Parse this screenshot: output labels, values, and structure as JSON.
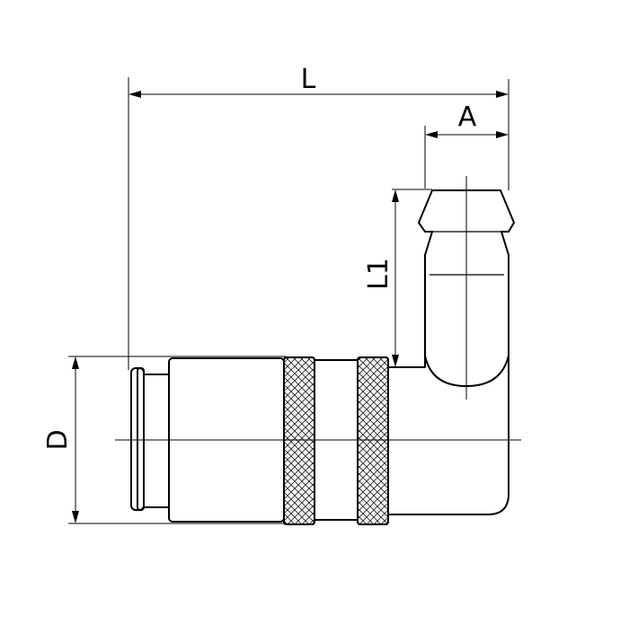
{
  "dimensions": {
    "overall_length": "L",
    "hose_tail_diameter": "A",
    "hose_tail_length": "L1",
    "body_diameter": "D"
  }
}
